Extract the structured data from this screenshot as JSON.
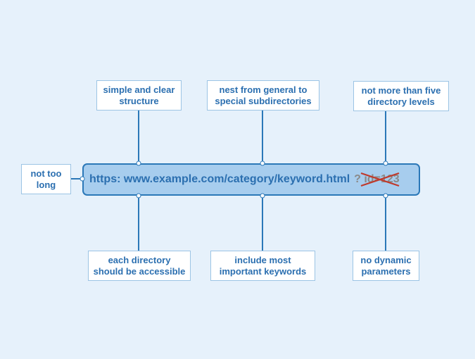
{
  "central": {
    "url": "https: www.example.com/category/keyword.html",
    "query": "? id=123"
  },
  "topics": {
    "left": [
      "not too",
      "long"
    ],
    "top_1": [
      "simple and clear",
      "structure"
    ],
    "top_2": [
      "nest from general to",
      "special subdirectories"
    ],
    "top_3": [
      "not more than five",
      "directory levels"
    ],
    "bottom_1": [
      "each directory",
      "should be accessible"
    ],
    "bottom_2": [
      "include most",
      "important keywords"
    ],
    "bottom_3": [
      "no dynamic",
      "parameters"
    ]
  },
  "colors": {
    "background": "#e6f1fb",
    "central_fill": "#a7cdee",
    "line": "#2b78b8",
    "text": "#2b6fb0",
    "strike": "#c0392b"
  }
}
